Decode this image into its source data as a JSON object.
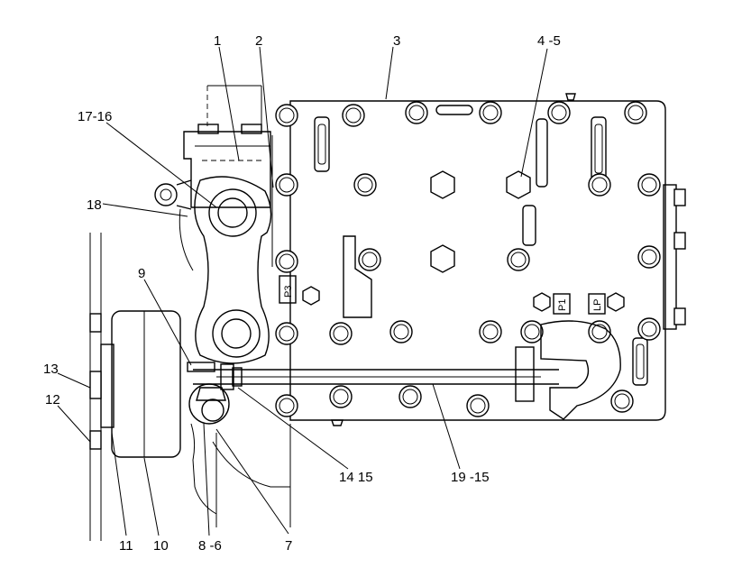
{
  "callouts": [
    {
      "id": "c1",
      "text": "1"
    },
    {
      "id": "c2",
      "text": "2"
    },
    {
      "id": "c3",
      "text": "3"
    },
    {
      "id": "c4",
      "text": "4 -5"
    },
    {
      "id": "c17",
      "text": "17-16"
    },
    {
      "id": "c18",
      "text": "18"
    },
    {
      "id": "c9",
      "text": "9"
    },
    {
      "id": "c13",
      "text": "13"
    },
    {
      "id": "c12",
      "text": "12"
    },
    {
      "id": "c14",
      "text": "14 15"
    },
    {
      "id": "c19",
      "text": "19 -15"
    },
    {
      "id": "c11",
      "text": "11"
    },
    {
      "id": "c10",
      "text": "10"
    },
    {
      "id": "c8",
      "text": "8 -6"
    },
    {
      "id": "c7",
      "text": "7"
    }
  ],
  "port_tags": {
    "p3": "P3",
    "p1": "P1",
    "lp": "LP"
  }
}
